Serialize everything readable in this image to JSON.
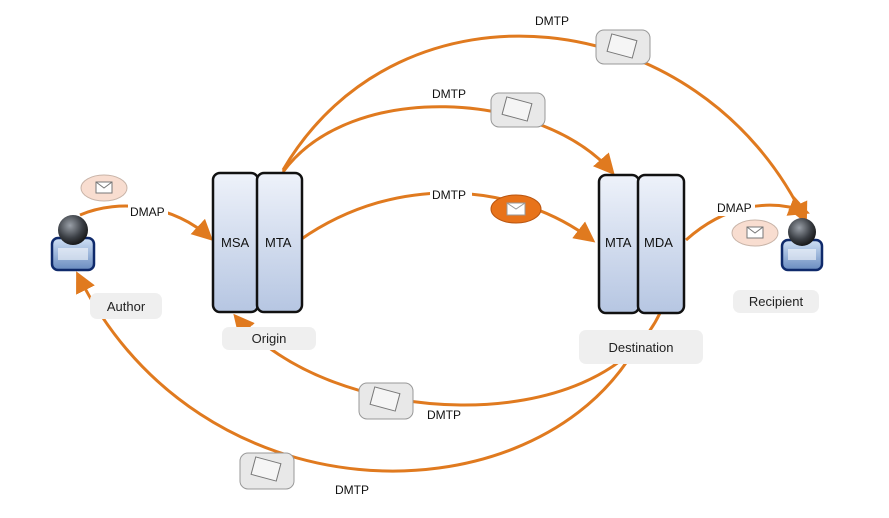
{
  "nodes": {
    "author": "Author",
    "recipient": "Recipient",
    "origin": "Origin",
    "destination": "Destination",
    "msa": "MSA",
    "mta_origin": "MTA",
    "mta_dest": "MTA",
    "mda": "MDA"
  },
  "edges": {
    "author_to_msa": "DMAP",
    "mda_to_recipient": "DMAP",
    "origin_to_dest_direct": "DMTP",
    "origin_to_dest_upper": "DMTP",
    "origin_to_recipient_top": "DMTP",
    "dest_to_origin_return": "DMTP",
    "dest_to_author_return": "DMTP"
  },
  "colors": {
    "arrow": "#e07a1f",
    "box_fill_top": "#eef2fa",
    "box_fill_bottom": "#b6c6e2",
    "envelope_orange": "#e8731a",
    "envelope_light": "#f8ddd0",
    "envelope_grey": "#e8e8e8"
  }
}
